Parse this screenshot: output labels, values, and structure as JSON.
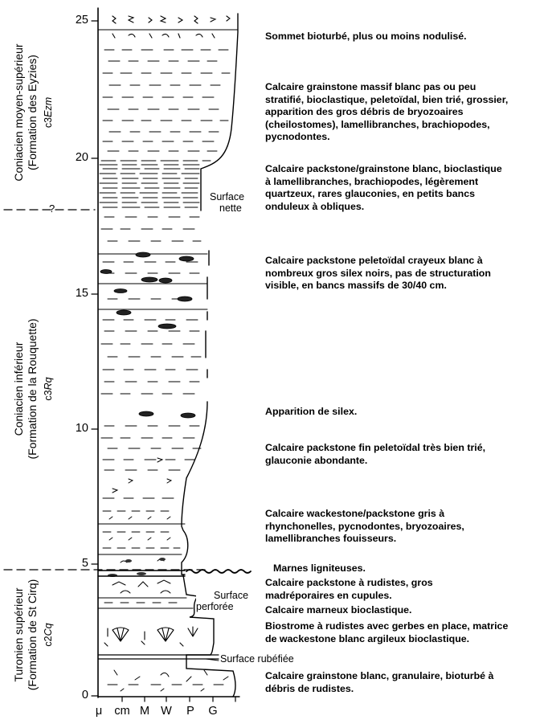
{
  "scale": {
    "unit_ticks": [
      "25",
      "20",
      "15",
      "10",
      "5",
      "0"
    ]
  },
  "grain_axis": [
    "μ",
    "cm",
    "M",
    "W",
    "P",
    "G"
  ],
  "stages": [
    {
      "name_line1": "Coniacien moyen-supérieur",
      "name_line2": "(Formation des Eyzies)",
      "code_prefix": "c3",
      "code_italic": "Ezm"
    },
    {
      "name_line1": "Coniacien inférieur",
      "name_line2": "(Formation de la Rouquette)",
      "code_prefix": "c3",
      "code_italic": "Rq"
    },
    {
      "name_line1": "Turonien supérieur",
      "name_line2": "(Formation de St Cirq)",
      "code_prefix": "c2",
      "code_italic": "Cq"
    }
  ],
  "boundary_marker": "?",
  "surfaces": {
    "nette_line1": "Surface",
    "nette_line2": "nette",
    "perforee_line1": "Surface",
    "perforee_line2": "perforée",
    "rubefiee": "Surface rubéfiée"
  },
  "descriptions": [
    {
      "lines": [
        "Sommet bioturbé, plus ou moins nodulisé."
      ]
    },
    {
      "lines": [
        "Calcaire grainstone massif blanc pas ou peu",
        "stratifié, bioclastique, peletoïdal, bien trié, grossier,",
        "apparition des gros débris de bryozoaires",
        "(cheilostomes), lamellibranches, brachiopodes,",
        "pycnodontes."
      ]
    },
    {
      "lines": [
        "Calcaire packstone/grainstone blanc, bioclastique",
        "à lamellibranches, brachiopodes, légèrement",
        "quartzeux, rares glauconies, en petits bancs",
        "onduleux à obliques."
      ]
    },
    {
      "lines": [
        "Calcaire packstone peletoïdal crayeux blanc à",
        "nombreux gros silex noirs, pas de structuration",
        "visible, en bancs massifs de 30/40 cm."
      ]
    },
    {
      "lines": [
        "Apparition de silex."
      ]
    },
    {
      "lines": [
        "Calcaire packstone fin peletoïdal très bien trié,",
        "glauconie abondante."
      ]
    },
    {
      "lines": [
        "Calcaire wackestone/packstone gris à",
        "rhynchonelles, pycnodontes, bryozoaires,",
        "lamellibranches fouisseurs."
      ]
    },
    {
      "lines": [
        "Marnes ligniteuses."
      ]
    },
    {
      "lines": [
        "Calcaire packstone à rudistes, gros",
        "madréporaires en cupules."
      ]
    },
    {
      "lines": [
        "Calcaire marneux bioclastique."
      ]
    },
    {
      "lines": [
        "Biostrome à rudistes avec gerbes en place, matrice",
        "de wackestone blanc argileux bioclastique."
      ]
    },
    {
      "lines": [
        "Calcaire grainstone blanc, granulaire, bioturbé à",
        "débris de rudistes."
      ]
    }
  ]
}
